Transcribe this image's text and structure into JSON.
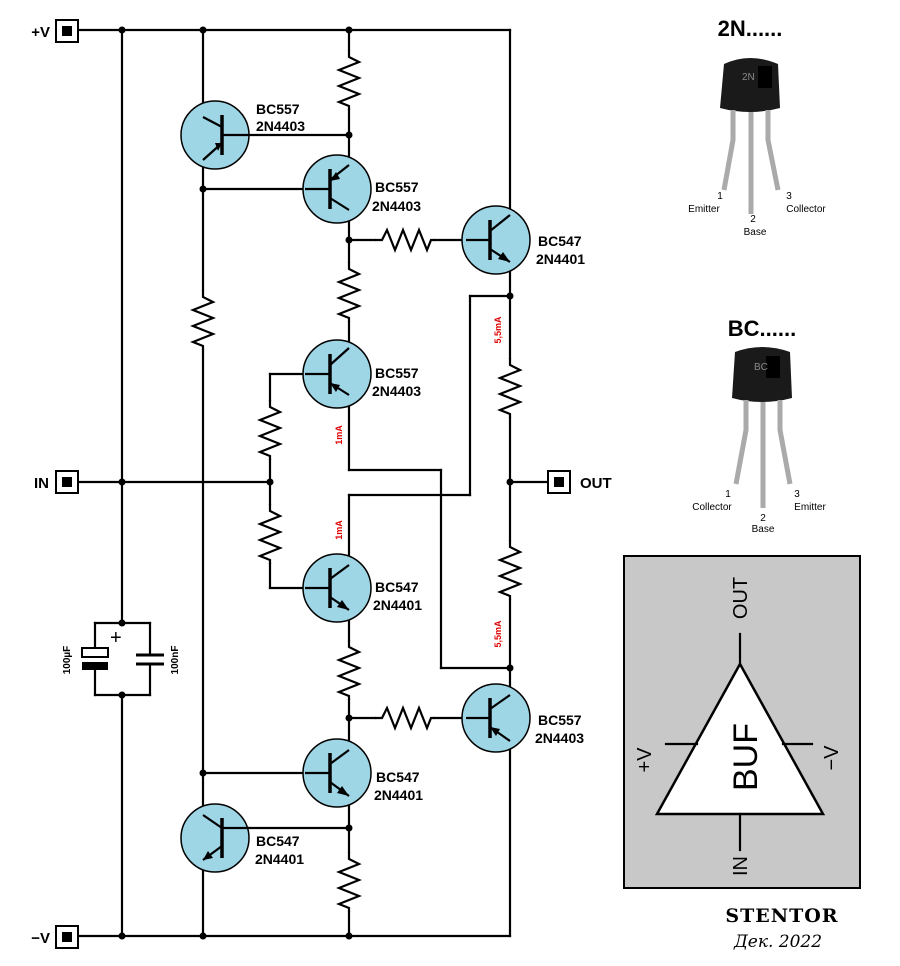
{
  "terminals": {
    "vplus": "+V",
    "vminus": "−V",
    "input": "IN",
    "output": "OUT"
  },
  "transistors": [
    {
      "id": "q1",
      "type": "pnp",
      "name": "BC557",
      "alt": "2N4403"
    },
    {
      "id": "q2",
      "type": "pnp",
      "name": "BC557",
      "alt": "2N4403"
    },
    {
      "id": "q3",
      "type": "npn",
      "name": "BC547",
      "alt": "2N4401"
    },
    {
      "id": "q4",
      "type": "pnp",
      "name": "BC557",
      "alt": "2N4403"
    },
    {
      "id": "q5",
      "type": "npn",
      "name": "BC547",
      "alt": "2N4401"
    },
    {
      "id": "q6",
      "type": "pnp",
      "name": "BC557",
      "alt": "2N4403"
    },
    {
      "id": "q7",
      "type": "npn",
      "name": "BC547",
      "alt": "2N4401"
    },
    {
      "id": "q8",
      "type": "npn",
      "name": "BC547",
      "alt": "2N4401"
    }
  ],
  "currents": {
    "upper_input": "1mA",
    "lower_input": "1mA",
    "upper_output": "5,5mA",
    "lower_output": "5,5mA"
  },
  "capacitors": {
    "electrolytic": "100µF",
    "ceramic": "100nF",
    "polarity": "+"
  },
  "packages": {
    "n2_title": "2N......",
    "n2_marking": "2N",
    "n2_pins": {
      "p1_num": "1",
      "p1": "Emitter",
      "p2_num": "2",
      "p2": "Base",
      "p3_num": "3",
      "p3": "Collector"
    },
    "bc_title": "BC......",
    "bc_marking": "BC",
    "bc_pins": {
      "p1_num": "1",
      "p1": "Collector",
      "p2_num": "2",
      "p2": "Base",
      "p3_num": "3",
      "p3": "Emitter"
    }
  },
  "block_symbol": {
    "label": "BUF",
    "out": "OUT",
    "in": "IN",
    "vplus": "+V",
    "vminus": "−V",
    "background": "#c8c8c8"
  },
  "credits": {
    "author": "STENTOR",
    "date": "Дек. 2022"
  },
  "colors": {
    "transistor_fill": "#9ed6e6",
    "current_label": "#e00000"
  }
}
